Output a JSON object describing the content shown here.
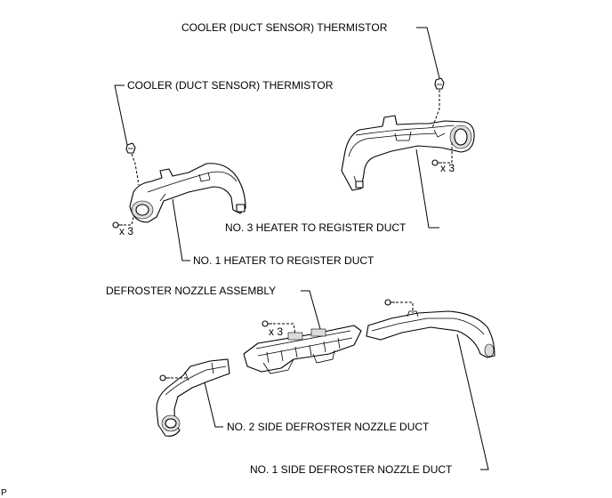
{
  "labels": {
    "cooler_thermistor_right": "COOLER (DUCT SENSOR) THERMISTOR",
    "cooler_thermistor_left": "COOLER (DUCT SENSOR) THERMISTOR",
    "no3_heater_duct": "NO. 3 HEATER TO REGISTER DUCT",
    "no1_heater_duct": "NO. 1 HEATER TO REGISTER DUCT",
    "defroster_nozzle": "DEFROSTER NOZZLE ASSEMBLY",
    "no2_side_defroster": "NO. 2 SIDE DEFROSTER NOZZLE DUCT",
    "no1_side_defroster": "NO. 1 SIDE DEFROSTER NOZZLE DUCT"
  },
  "quantities": {
    "screws_left_duct": "x 3",
    "screws_right_duct": "x 3",
    "screws_defroster": "x 3"
  },
  "corner_code": "P"
}
